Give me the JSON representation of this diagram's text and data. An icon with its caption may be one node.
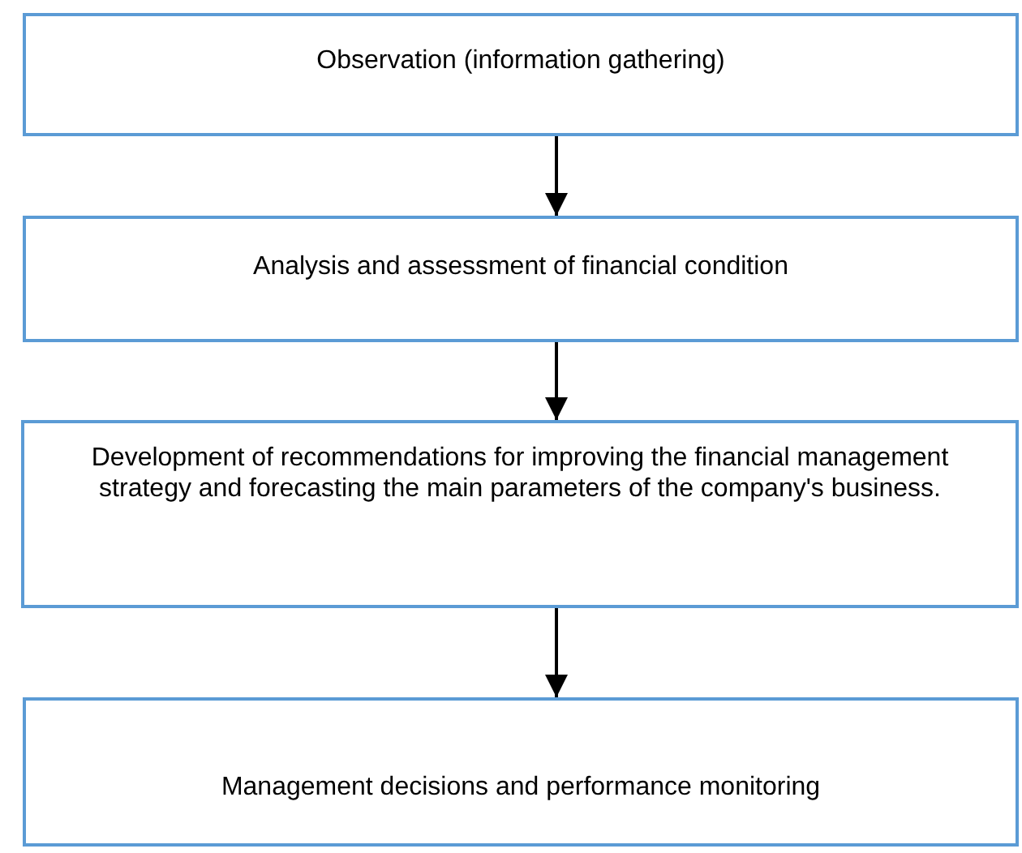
{
  "diagram": {
    "nodes": [
      {
        "text": [
          "Observation (information gathering)"
        ]
      },
      {
        "text": [
          "Analysis and assessment of financial condition"
        ]
      },
      {
        "text": [
          "Development of recommendations for improving the financial management strategy and forecasting the main parameters of the company's business."
        ]
      },
      {
        "text": [
          "Management decisions and performance monitoring"
        ]
      }
    ],
    "edges": [
      {
        "from": 0,
        "to": 1,
        "arrow": "to"
      },
      {
        "from": 1,
        "to": 2,
        "arrow": "to"
      },
      {
        "from": 2,
        "to": 3,
        "arrow": "to"
      }
    ]
  }
}
